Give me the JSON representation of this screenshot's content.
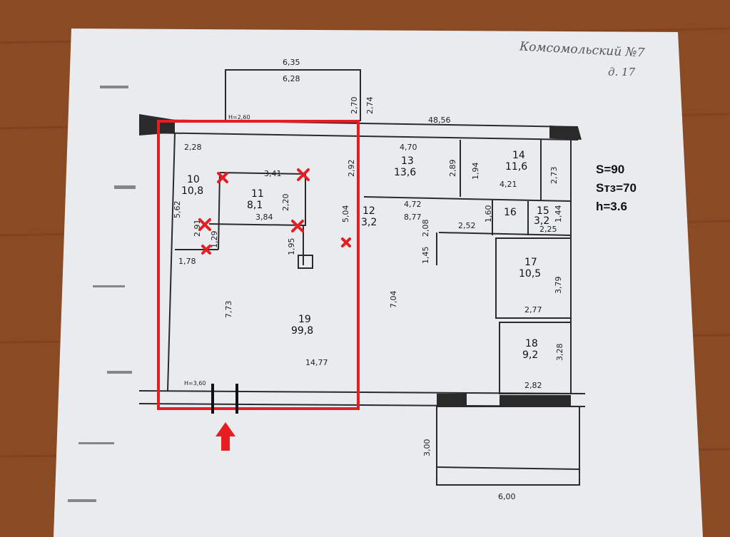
{
  "handwriting": {
    "address": "Комсомольский №7",
    "note": "д. 17"
  },
  "info": {
    "area": "S=90",
    "area_tz": "Sтз=70",
    "height": "h=3.6"
  },
  "rooms": [
    {
      "id": "r10",
      "num": "10",
      "area": "10,8"
    },
    {
      "id": "r11",
      "num": "11",
      "area": "8,1"
    },
    {
      "id": "r12",
      "num": "12",
      "area": "3,2"
    },
    {
      "id": "r13",
      "num": "13",
      "area": "13,6"
    },
    {
      "id": "r14",
      "num": "14",
      "area": "11,6"
    },
    {
      "id": "r15",
      "num": "15",
      "area": "3,2"
    },
    {
      "id": "r16",
      "num": "16",
      "area": ""
    },
    {
      "id": "r17",
      "num": "17",
      "area": "10,5"
    },
    {
      "id": "r18",
      "num": "18",
      "area": "9,2"
    },
    {
      "id": "r19",
      "num": "19",
      "area": "99,8"
    }
  ],
  "dimensions": {
    "d1": "6,35",
    "d2": "6,28",
    "d3": "2,70",
    "d4": "2,74",
    "d5": "48,56",
    "d6": "Н=2,60",
    "d7": "2,28",
    "d8": "4,70",
    "d9": "2,92",
    "d10": "2,89",
    "d11": "1,94",
    "d12": "2,73",
    "d13": "3,41",
    "d14": "4,21",
    "d15": "5,62",
    "d16": "2,20",
    "d17": "5,04",
    "d18": "4,72",
    "d19": "8,77",
    "d20": "1,60",
    "d21": "1,44",
    "d22": "3,84",
    "d23": "2,91",
    "d24": "2,08",
    "d25": "2,52",
    "d26": "2,25",
    "d27": "1,29",
    "d28": "1,95",
    "d29": "1,78",
    "d30": "1,45",
    "d31": "7,73",
    "d32": "7,04",
    "d33": "3,79",
    "d34": "2,77",
    "d35": "14,77",
    "d36": "3,28",
    "d37": "Н=3,60",
    "d38": "2,82",
    "d39": "3,00",
    "d40": "6,00"
  },
  "colors": {
    "highlight": "#e61e24",
    "paper": "#e9ebee",
    "wood": "#8a4a24",
    "ink": "#2a2a2a"
  }
}
